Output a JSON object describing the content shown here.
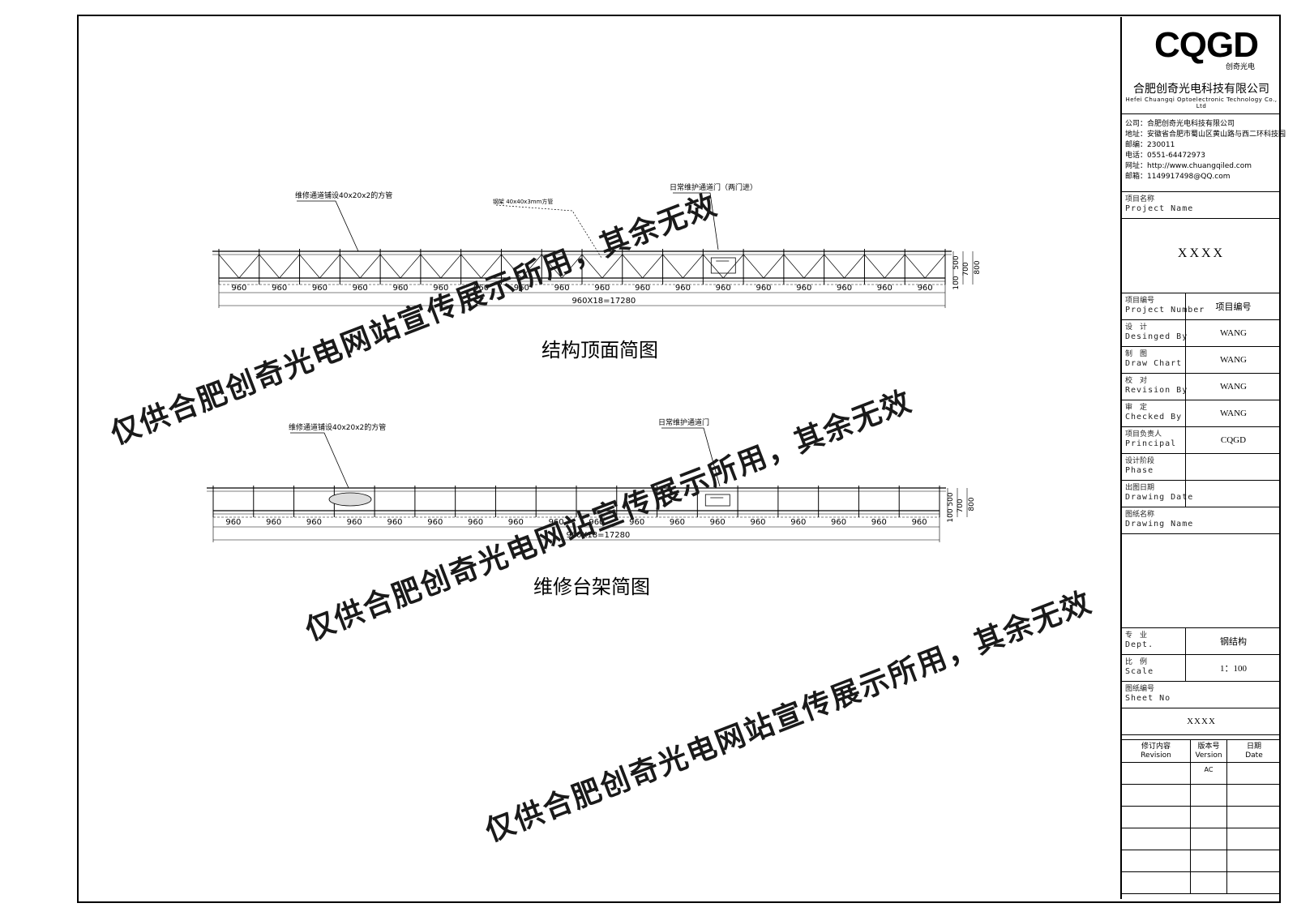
{
  "company": {
    "logo_text": "CQGD",
    "logo_sub": "创奇光电",
    "name_cn": "合肥创奇光电科技有限公司",
    "name_en": "Hefei Chuangqi Optoelectronic Technology Co., Ltd"
  },
  "contact": {
    "company": "公司：合肥创奇光电科技有限公司",
    "address": "地址：安徽省合肥市蜀山区黄山路与西二环科技园",
    "zip": "邮编：230011",
    "phone": "电话：0551-64472973",
    "web": "网址：http://www.chuangqiled.com",
    "email": "邮箱：1149917498@QQ.com"
  },
  "title_block": {
    "project_name_label_cn": "项目名称",
    "project_name_label_en": "Project Name",
    "project_name": "XXXX",
    "rows": [
      {
        "cn": "项目编号",
        "en": "Project Number",
        "value": "项目编号"
      },
      {
        "cn": "设　计",
        "en": "Desinged By",
        "value": "WANG"
      },
      {
        "cn": "制　图",
        "en": "Draw Chart",
        "value": "WANG"
      },
      {
        "cn": "校　对",
        "en": "Revision By",
        "value": "WANG"
      },
      {
        "cn": "审　定",
        "en": "Checked By",
        "value": "WANG"
      },
      {
        "cn": "项目负责人",
        "en": "Principal",
        "value": "CQGD"
      },
      {
        "cn": "设计阶段",
        "en": "Phase",
        "value": ""
      },
      {
        "cn": "出图日期",
        "en": "Drawing Date",
        "value": ""
      }
    ],
    "drawing_name_cn": "图纸名称",
    "drawing_name_en": "Drawing Name",
    "dept_cn": "专　业",
    "dept_en": "Dept.",
    "dept_value": "钢结构",
    "scale_cn": "比　例",
    "scale_en": "Scale",
    "scale_value": "1：100",
    "sheet_cn": "图纸编号",
    "sheet_en": "Sheet No",
    "sheet_value": "XXXX",
    "rev_header": {
      "revision_cn": "修订内容",
      "revision_en": "Revision",
      "version_cn": "版本号",
      "version_en": "Version",
      "date_cn": "日期",
      "date_en": "Date"
    },
    "rev_rows": [
      {
        "revision": "",
        "version": "AC",
        "date": ""
      },
      {
        "revision": "",
        "version": "",
        "date": ""
      },
      {
        "revision": "",
        "version": "",
        "date": ""
      },
      {
        "revision": "",
        "version": "",
        "date": ""
      },
      {
        "revision": "",
        "version": "",
        "date": ""
      },
      {
        "revision": "",
        "version": "",
        "date": ""
      }
    ]
  },
  "views": [
    {
      "title": "结构顶面简图",
      "bays": 18,
      "bay_label": "960",
      "total_label": "960X18=17280",
      "dims": [
        "500",
        "700",
        "800",
        "100"
      ],
      "notes": {
        "walkway": "维修通道铺设40x20x2的方管",
        "steel": "钢架 40x40x3mm方管",
        "door": "日常维护通道门（两门进）"
      }
    },
    {
      "title": "维修台架简图",
      "bays": 18,
      "bay_label": "960",
      "total_label": "960X18=17280",
      "dims": [
        "500",
        "700",
        "800",
        "100"
      ],
      "notes": {
        "walkway": "维修通道铺设40x20x2的方管",
        "door": "日常维护通道门"
      }
    }
  ],
  "watermark": "仅供合肥创奇光电网站宣传展示所用，其余无效"
}
